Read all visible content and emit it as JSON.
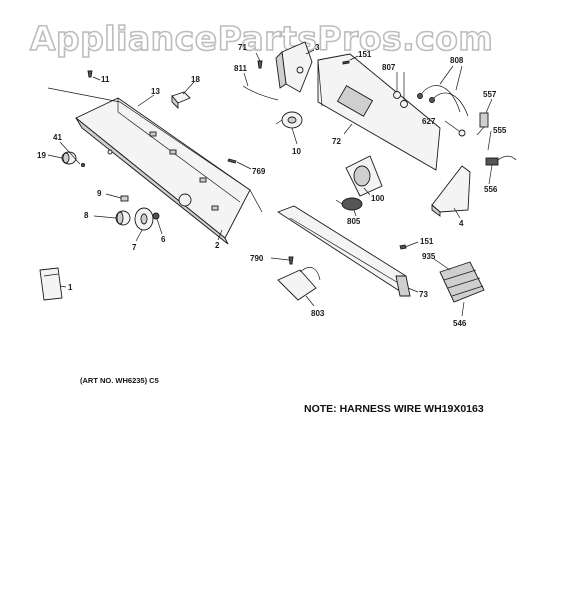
{
  "watermark": "AppliancePartsPros.com",
  "art_no": "(ART NO. WH6235) C5",
  "note": "NOTE: HARNESS WIRE WH19X0163",
  "callouts": [
    "71",
    "811",
    "3",
    "151",
    "807",
    "808",
    "557",
    "11",
    "18",
    "13",
    "41",
    "19",
    "10",
    "72",
    "627",
    "555",
    "769",
    "556",
    "9",
    "8",
    "6",
    "7",
    "2",
    "100",
    "805",
    "4",
    "151",
    "790",
    "935",
    "73",
    "803",
    "546",
    "1"
  ]
}
